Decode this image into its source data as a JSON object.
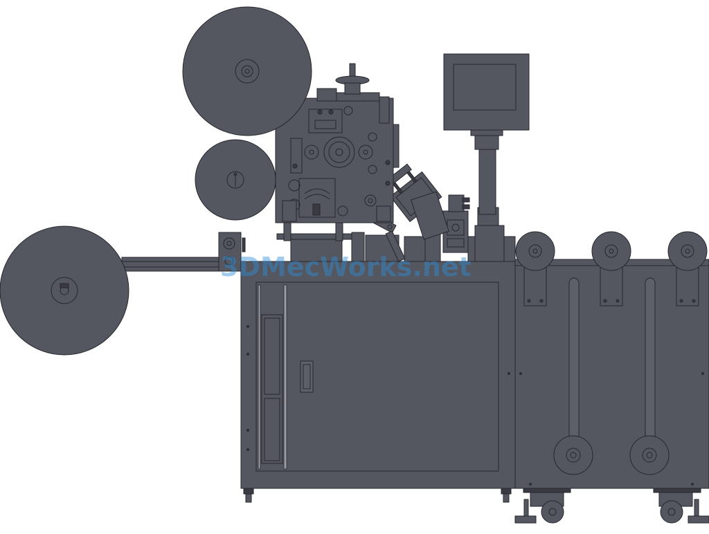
{
  "watermark": {
    "text": "3DMecWorks.net",
    "color": "#2e8fd6"
  },
  "colors": {
    "body": "#545660",
    "body_light": "#5d5f69",
    "line": "#26272d",
    "background": "#ffffff",
    "highlight": "#9a9ca4"
  },
  "machine": {
    "reels": [
      "upper-large-reel",
      "upper-small-reel",
      "left-unwind-reel"
    ],
    "tension_rollers": 3,
    "bottom_pulleys": 2,
    "control_panel": "touch-screen-monitor",
    "casters": 2,
    "leveling_feet": 2
  }
}
